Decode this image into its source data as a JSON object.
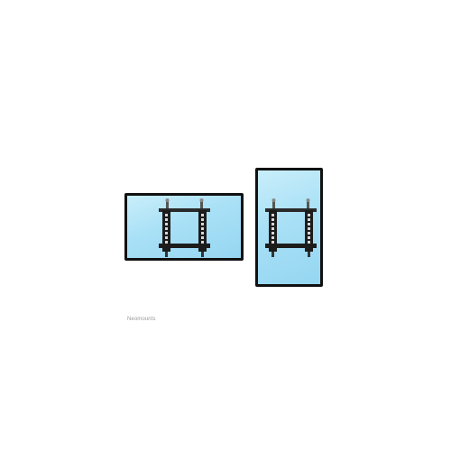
{
  "brand": {
    "watermark": "Neomounts"
  },
  "illustration": {
    "items": [
      {
        "orientation": "landscape",
        "icon": "tv-wall-mount-icon"
      },
      {
        "orientation": "portrait",
        "icon": "tv-wall-mount-icon"
      }
    ],
    "colors": {
      "screen_border": "#111111",
      "screen_fill_light": "#c9eefa",
      "screen_fill_dark": "#96d6f1",
      "mount_frame": "#1c1c1c",
      "mount_holes": "#d6d6d6",
      "wall_plate": "#2a2a2a"
    }
  }
}
